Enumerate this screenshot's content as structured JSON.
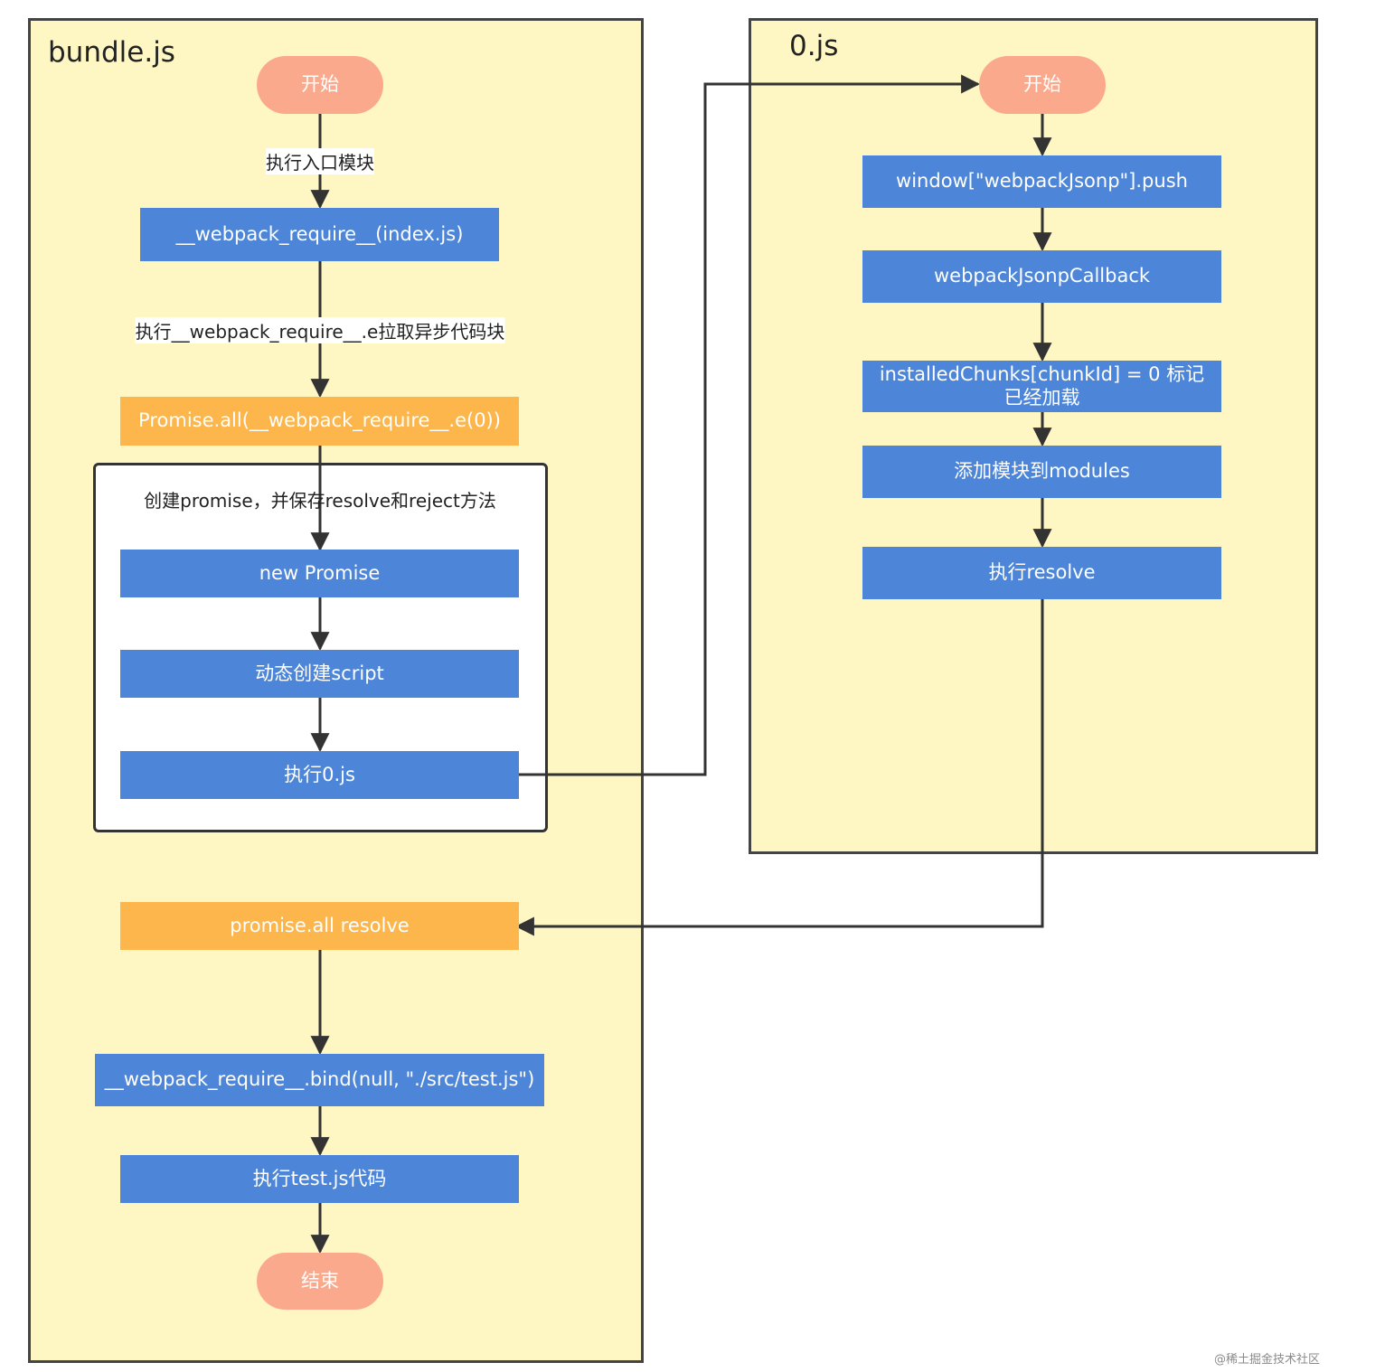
{
  "panels": {
    "bundle": {
      "title": "bundle.js"
    },
    "chunk": {
      "title": "0.js"
    }
  },
  "bundle_flow": {
    "start": "开始",
    "edge_exec_entry": "执行入口模块",
    "require_index": "__webpack_require__(index.js)",
    "edge_require_e": "执行__webpack_require__.e拉取异步代码块",
    "promise_all": "Promise.all(__webpack_require__.e(0))",
    "inner_caption": "创建promise，并保存resolve和reject方法",
    "new_promise": "new Promise",
    "create_script": "动态创建script",
    "exec_0js": "执行0.js",
    "promise_all_resolve": "promise.all resolve",
    "require_bind": "__webpack_require__.bind(null, \"./src/test.js\")",
    "exec_test": "执行test.js代码",
    "end": "结束"
  },
  "chunk_flow": {
    "start": "开始",
    "jsonp_push": "window[\"webpackJsonp\"].push",
    "jsonp_callback": "webpackJsonpCallback",
    "installed_chunks": "installedChunks[chunkId] = 0 标记已经加载",
    "add_modules": "添加模块到modules",
    "exec_resolve": "执行resolve"
  },
  "watermark": "@稀土掘金技术社区",
  "colors": {
    "panel_bg": "#fef6c3",
    "process_blue": "#4d86d9",
    "promise_orange": "#fcb64c",
    "terminal_salmon": "#fba98d",
    "edge": "#333333"
  }
}
